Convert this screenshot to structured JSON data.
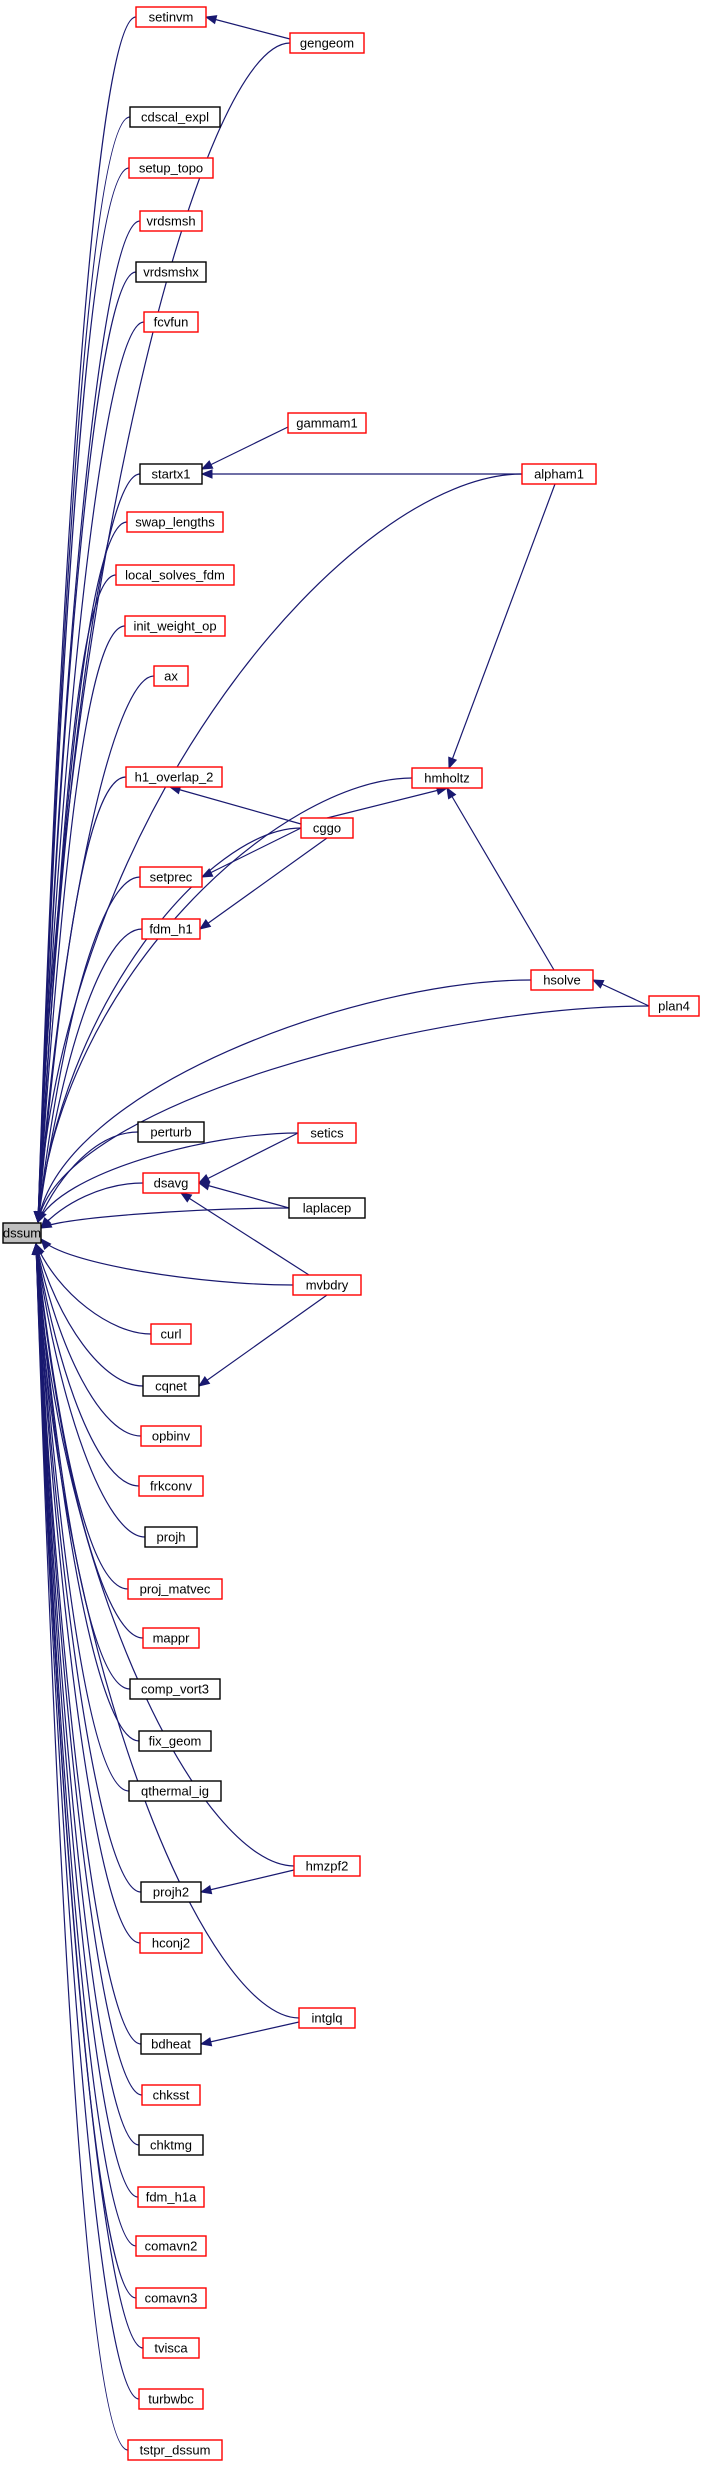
{
  "colors": {
    "edge": "#191970",
    "border_linked": "#ff0000",
    "border_plain": "#000000",
    "root_fill": "#bfbfbf",
    "node_fill": "#ffffff"
  },
  "nodes": [
    {
      "id": "dssum",
      "label": "dssum",
      "style": "root"
    },
    {
      "id": "setinvm",
      "label": "setinvm",
      "style": "red"
    },
    {
      "id": "gengeom",
      "label": "gengeom",
      "style": "red"
    },
    {
      "id": "cdscal_expl",
      "label": "cdscal_expl",
      "style": "black"
    },
    {
      "id": "setup_topo",
      "label": "setup_topo",
      "style": "red"
    },
    {
      "id": "vrdsmsh",
      "label": "vrdsmsh",
      "style": "red"
    },
    {
      "id": "vrdsmshx",
      "label": "vrdsmshx",
      "style": "black"
    },
    {
      "id": "fcvfun",
      "label": "fcvfun",
      "style": "red"
    },
    {
      "id": "gammam1",
      "label": "gammam1",
      "style": "red"
    },
    {
      "id": "startx1",
      "label": "startx1",
      "style": "black"
    },
    {
      "id": "alpham1",
      "label": "alpham1",
      "style": "red"
    },
    {
      "id": "swap_lengths",
      "label": "swap_lengths",
      "style": "red"
    },
    {
      "id": "local_solves_fdm",
      "label": "local_solves_fdm",
      "style": "red"
    },
    {
      "id": "init_weight_op",
      "label": "init_weight_op",
      "style": "red"
    },
    {
      "id": "ax",
      "label": "ax",
      "style": "red"
    },
    {
      "id": "hmholtz",
      "label": "hmholtz",
      "style": "red"
    },
    {
      "id": "h1_overlap_2",
      "label": "h1_overlap_2",
      "style": "red"
    },
    {
      "id": "cggo",
      "label": "cggo",
      "style": "red"
    },
    {
      "id": "setprec",
      "label": "setprec",
      "style": "red"
    },
    {
      "id": "fdm_h1",
      "label": "fdm_h1",
      "style": "red"
    },
    {
      "id": "hsolve",
      "label": "hsolve",
      "style": "red"
    },
    {
      "id": "plan4",
      "label": "plan4",
      "style": "red"
    },
    {
      "id": "perturb",
      "label": "perturb",
      "style": "black"
    },
    {
      "id": "setics",
      "label": "setics",
      "style": "red"
    },
    {
      "id": "dsavg",
      "label": "dsavg",
      "style": "red"
    },
    {
      "id": "laplacep",
      "label": "laplacep",
      "style": "black"
    },
    {
      "id": "mvbdry",
      "label": "mvbdry",
      "style": "red"
    },
    {
      "id": "curl",
      "label": "curl",
      "style": "red"
    },
    {
      "id": "cqnet",
      "label": "cqnet",
      "style": "black"
    },
    {
      "id": "opbinv",
      "label": "opbinv",
      "style": "red"
    },
    {
      "id": "frkconv",
      "label": "frkconv",
      "style": "red"
    },
    {
      "id": "projh",
      "label": "projh",
      "style": "black"
    },
    {
      "id": "proj_matvec",
      "label": "proj_matvec",
      "style": "red"
    },
    {
      "id": "mappr",
      "label": "mappr",
      "style": "red"
    },
    {
      "id": "comp_vort3",
      "label": "comp_vort3",
      "style": "black"
    },
    {
      "id": "fix_geom",
      "label": "fix_geom",
      "style": "black"
    },
    {
      "id": "qthermal_ig",
      "label": "qthermal_ig",
      "style": "black"
    },
    {
      "id": "hmzpf2",
      "label": "hmzpf2",
      "style": "red"
    },
    {
      "id": "projh2",
      "label": "projh2",
      "style": "black"
    },
    {
      "id": "hconj2",
      "label": "hconj2",
      "style": "red"
    },
    {
      "id": "intglq",
      "label": "intglq",
      "style": "red"
    },
    {
      "id": "bdheat",
      "label": "bdheat",
      "style": "black"
    },
    {
      "id": "chksst",
      "label": "chksst",
      "style": "red"
    },
    {
      "id": "chktmg",
      "label": "chktmg",
      "style": "black"
    },
    {
      "id": "fdm_h1a",
      "label": "fdm_h1a",
      "style": "red"
    },
    {
      "id": "comavn2",
      "label": "comavn2",
      "style": "red"
    },
    {
      "id": "comavn3",
      "label": "comavn3",
      "style": "red"
    },
    {
      "id": "tvisca",
      "label": "tvisca",
      "style": "red"
    },
    {
      "id": "turbwbc",
      "label": "turbwbc",
      "style": "red"
    },
    {
      "id": "tstpr_dssum",
      "label": "tstpr_dssum",
      "style": "red"
    }
  ],
  "edges": [
    [
      "setinvm",
      "dssum"
    ],
    [
      "gengeom",
      "setinvm"
    ],
    [
      "gengeom",
      "dssum"
    ],
    [
      "cdscal_expl",
      "dssum"
    ],
    [
      "setup_topo",
      "dssum"
    ],
    [
      "vrdsmsh",
      "dssum"
    ],
    [
      "vrdsmshx",
      "dssum"
    ],
    [
      "fcvfun",
      "dssum"
    ],
    [
      "alpham1",
      "dssum"
    ],
    [
      "gammam1",
      "startx1"
    ],
    [
      "alpham1",
      "startx1"
    ],
    [
      "startx1",
      "dssum"
    ],
    [
      "swap_lengths",
      "dssum"
    ],
    [
      "local_solves_fdm",
      "dssum"
    ],
    [
      "init_weight_op",
      "dssum"
    ],
    [
      "ax",
      "dssum"
    ],
    [
      "hmholtz",
      "dssum"
    ],
    [
      "alpham1",
      "hmholtz"
    ],
    [
      "cggo",
      "hmholtz"
    ],
    [
      "h1_overlap_2",
      "dssum"
    ],
    [
      "cggo",
      "h1_overlap_2"
    ],
    [
      "cggo",
      "dssum"
    ],
    [
      "setprec",
      "dssum"
    ],
    [
      "cggo",
      "setprec"
    ],
    [
      "fdm_h1",
      "dssum"
    ],
    [
      "cggo",
      "fdm_h1"
    ],
    [
      "hsolve",
      "dssum"
    ],
    [
      "hsolve",
      "hmholtz"
    ],
    [
      "plan4",
      "hsolve"
    ],
    [
      "plan4",
      "dssum"
    ],
    [
      "setics",
      "dssum"
    ],
    [
      "perturb",
      "dssum"
    ],
    [
      "dsavg",
      "dssum"
    ],
    [
      "setics",
      "dsavg"
    ],
    [
      "laplacep",
      "dsavg"
    ],
    [
      "mvbdry",
      "dsavg"
    ],
    [
      "laplacep",
      "dssum"
    ],
    [
      "mvbdry",
      "dssum"
    ],
    [
      "curl",
      "dssum"
    ],
    [
      "cqnet",
      "dssum"
    ],
    [
      "mvbdry",
      "cqnet"
    ],
    [
      "opbinv",
      "dssum"
    ],
    [
      "frkconv",
      "dssum"
    ],
    [
      "projh",
      "dssum"
    ],
    [
      "proj_matvec",
      "dssum"
    ],
    [
      "mappr",
      "dssum"
    ],
    [
      "comp_vort3",
      "dssum"
    ],
    [
      "fix_geom",
      "dssum"
    ],
    [
      "qthermal_ig",
      "dssum"
    ],
    [
      "hmzpf2",
      "dssum"
    ],
    [
      "hmzpf2",
      "projh2"
    ],
    [
      "projh2",
      "dssum"
    ],
    [
      "hconj2",
      "dssum"
    ],
    [
      "intglq",
      "dssum"
    ],
    [
      "intglq",
      "bdheat"
    ],
    [
      "bdheat",
      "dssum"
    ],
    [
      "chksst",
      "dssum"
    ],
    [
      "chktmg",
      "dssum"
    ],
    [
      "fdm_h1a",
      "dssum"
    ],
    [
      "comavn2",
      "dssum"
    ],
    [
      "comavn3",
      "dssum"
    ],
    [
      "tvisca",
      "dssum"
    ],
    [
      "turbwbc",
      "dssum"
    ],
    [
      "tstpr_dssum",
      "dssum"
    ]
  ]
}
